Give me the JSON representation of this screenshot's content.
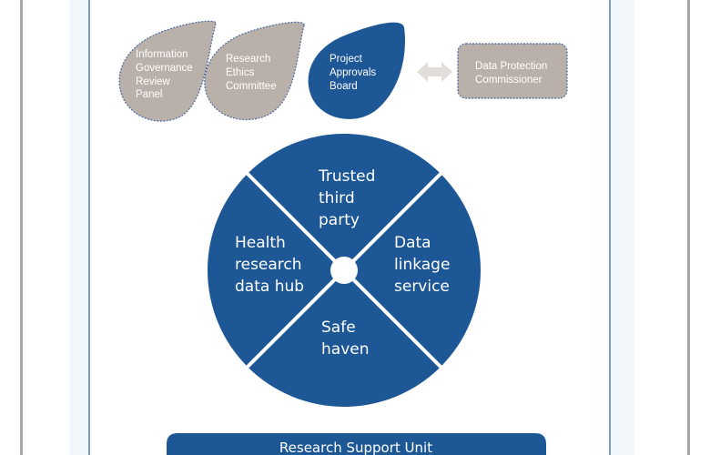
{
  "colors": {
    "blue": "#1e5796",
    "taupe": "#bab0aa",
    "arrow": "#e1ddd9",
    "panel_bg": "#f1f6fb",
    "frame": "#a8a8a8"
  },
  "bodies": [
    {
      "lines": [
        "Information",
        "Governance",
        "Review",
        "Panel"
      ]
    },
    {
      "lines": [
        "Research",
        "Ethics",
        "Committee"
      ]
    },
    {
      "lines": [
        "Project",
        "Approvals",
        "Board"
      ]
    },
    {
      "lines": [
        "Data Protection",
        "Commissioner"
      ]
    }
  ],
  "wheel": {
    "top": [
      "Trusted",
      "third",
      "party"
    ],
    "right": [
      "Data",
      "linkage",
      "service"
    ],
    "bottom": [
      "Safe",
      "haven"
    ],
    "left": [
      "Health",
      "research",
      "data hub"
    ]
  },
  "footer": {
    "label": "Research Support Unit"
  }
}
